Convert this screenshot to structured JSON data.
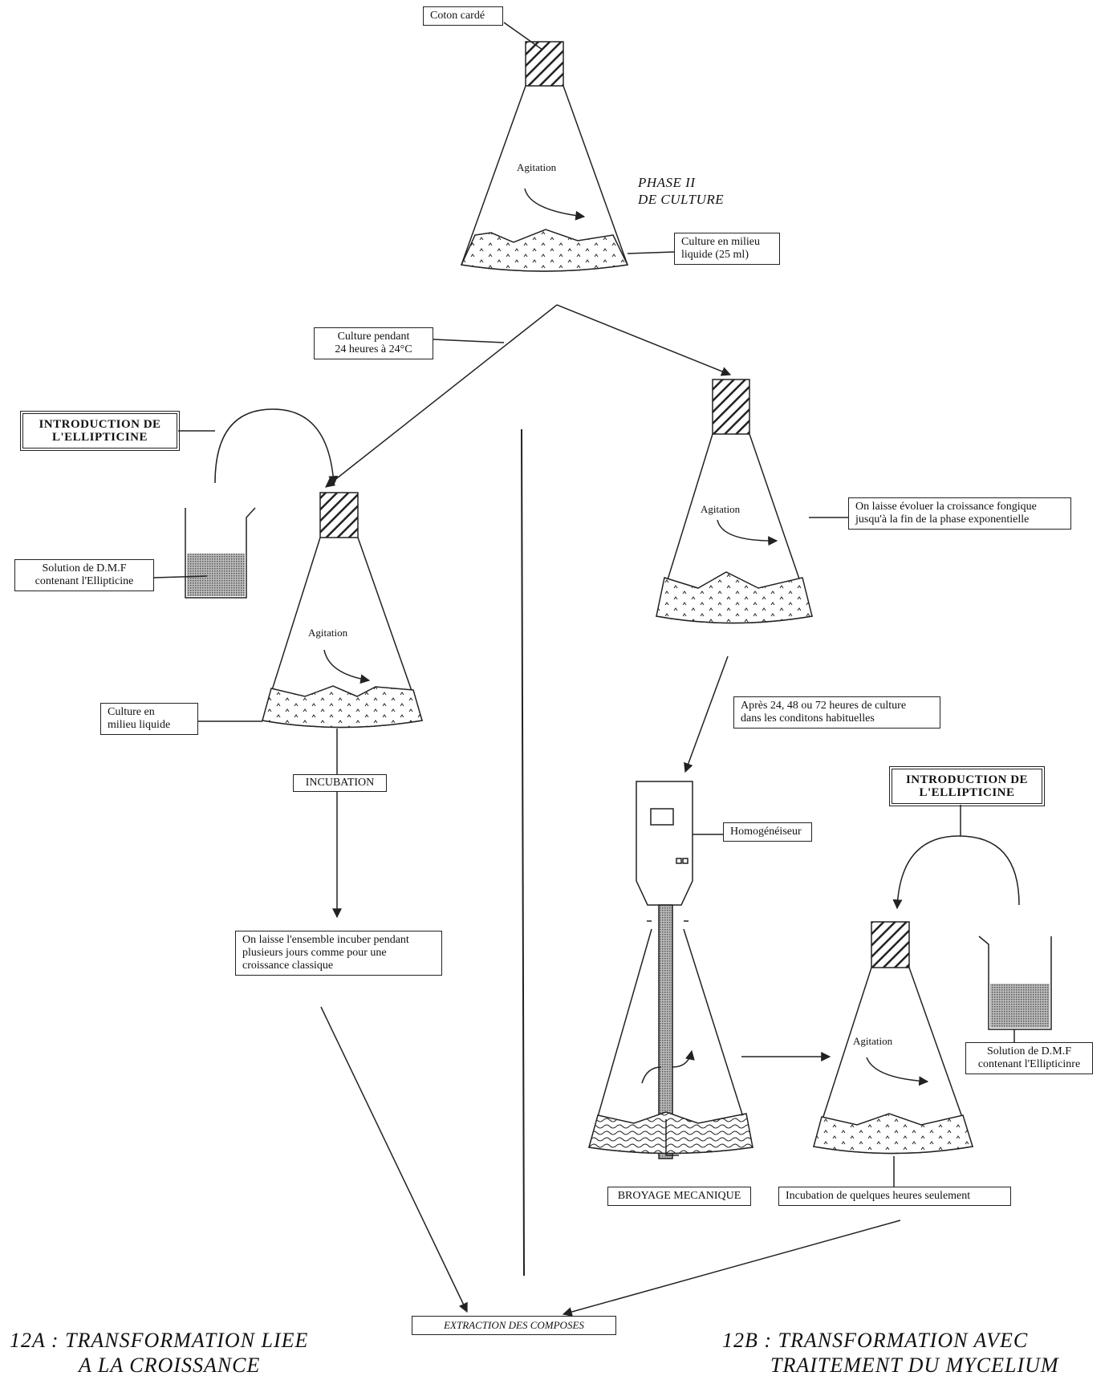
{
  "labels": {
    "coton": "Coton cardé",
    "phase": [
      "PHASE II",
      "DE  CULTURE"
    ],
    "culture_milieu_25": [
      "Culture en milieu",
      "liquide (25 ml)"
    ],
    "culture_24h": [
      "Culture pendant",
      "24 heures à 24°C"
    ],
    "intro_a": [
      "INTRODUCTION DE",
      "L'ELLIPTICINE"
    ],
    "dmf_a": [
      "Solution de D.M.F",
      "contenant l'Ellipticine"
    ],
    "culture_milieu": [
      "Culture en",
      "milieu liquide"
    ],
    "incubation": "INCUBATION",
    "incuber": [
      "On laisse l'ensemble incuber pendant",
      "plusieurs jours comme pour une",
      "croissance classique"
    ],
    "laisse_evoluer": [
      "On laisse évoluer la croissance fongique",
      "jusqu'à la fin de la phase exponentielle"
    ],
    "apres": [
      "Après 24, 48 ou 72 heures de culture",
      "dans les conditons habituelles"
    ],
    "homogeneiseur": "Homogénéiseur",
    "intro_b": [
      "INTRODUCTION DE",
      "L'ELLIPTICINE"
    ],
    "dmf_b": [
      "Solution de D.M.F",
      "contenant l'Ellipticinre"
    ],
    "broyage": "BROYAGE MECANIQUE",
    "incubation_heures": "Incubation de quelques heures seulement",
    "extraction": "EXTRACTION DES COMPOSES",
    "agitation": "Agitation",
    "caption_a": [
      "12A : TRANSFORMATION LIEE",
      "A LA CROISSANCE"
    ],
    "caption_b": [
      "12B : TRANSFORMATION AVEC",
      "TRAITEMENT DU MYCELIUM"
    ]
  }
}
